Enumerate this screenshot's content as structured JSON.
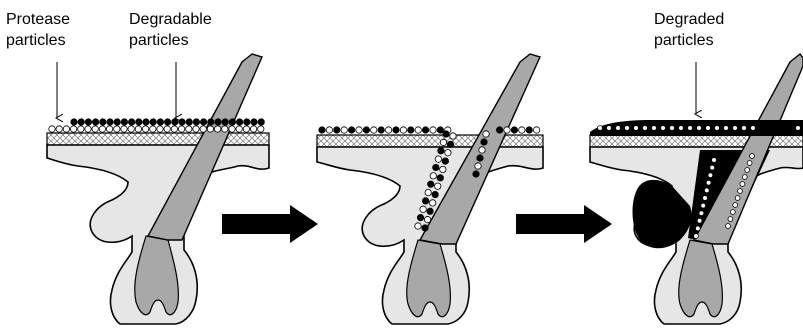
{
  "labels": {
    "protease": [
      "Protease",
      "particles"
    ],
    "degradable": [
      "Degradable",
      "particles"
    ],
    "degraded": [
      "Degraded",
      "particles"
    ]
  },
  "colors": {
    "skin_fill": "#e6e6e6",
    "hair_fill": "#a8a8a8",
    "stroke": "#000000",
    "protease_particle": "#000000",
    "degradable_particle": "#ffffff",
    "degraded_mass": "#000000",
    "arrow": "#000000"
  }
}
